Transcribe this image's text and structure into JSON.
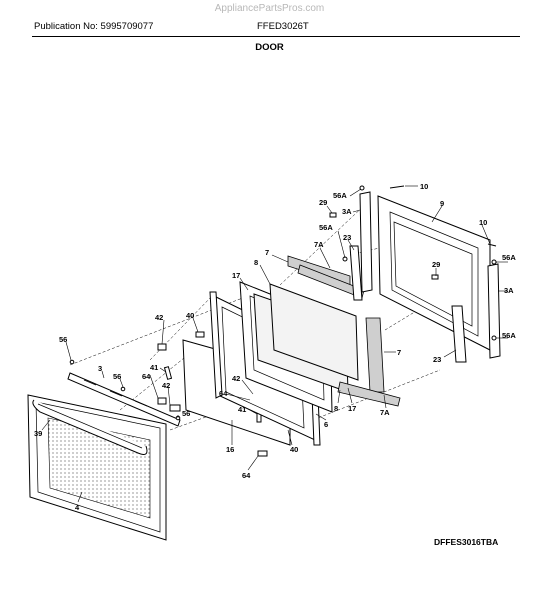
{
  "watermark": "AppliancePartsPros.com",
  "header": {
    "publication": "Publication No: 5995709077",
    "model": "FFED3026T",
    "section": "DOOR"
  },
  "diagram_code": "DFFES3016TBA",
  "callouts": {
    "c56A_top": "56A",
    "c10_top": "10",
    "c29_top": "29",
    "c3A_top": "3A",
    "c9": "9",
    "c56A_left": "56A",
    "c23_top": "23",
    "c7_top": "7",
    "c7A_top": "7A",
    "c10_right": "10",
    "c56A_right": "56A",
    "c29_right": "29",
    "c3A_right": "3A",
    "c17_top": "17",
    "c8_top": "8",
    "c42_top": "42",
    "c40_top": "40",
    "c56A_low": "56A",
    "c7_right": "7",
    "c23_low": "23",
    "c56_left": "56",
    "c41_top": "41",
    "c3": "3",
    "c56_mid": "56",
    "c64_left": "64",
    "c42_mid": "42",
    "c56_right": "56",
    "c42_low": "42",
    "c64_mid": "64",
    "c8_low": "8",
    "c17_low": "17",
    "c7A_low": "7A",
    "c41_low": "41",
    "c6": "6",
    "c39": "39",
    "c16": "16",
    "c40_low": "40",
    "c64_low": "64",
    "c4": "4"
  }
}
